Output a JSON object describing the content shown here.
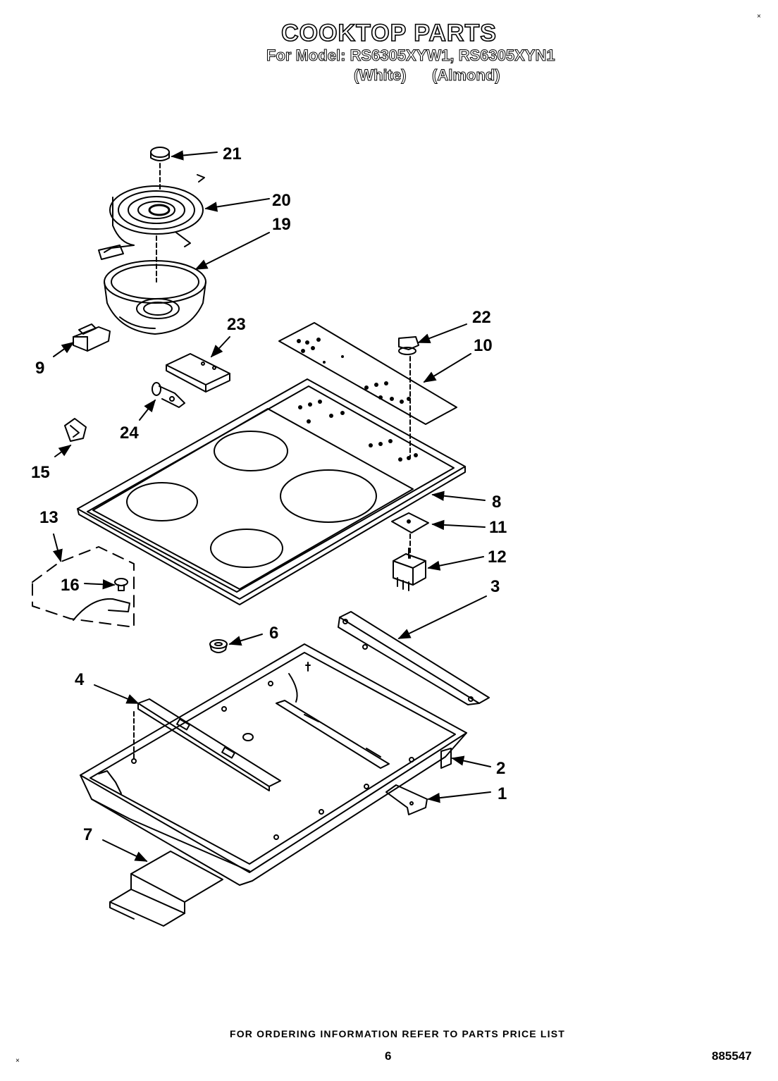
{
  "header": {
    "title": "COOKTOP PARTS",
    "model_line": "For Model: RS6305XYW1, RS6305XYN1",
    "variant_white": "(White)",
    "variant_almond": "(Almond)"
  },
  "callouts": [
    "21",
    "20",
    "19",
    "9",
    "23",
    "22",
    "10",
    "24",
    "15",
    "8",
    "11",
    "13",
    "16",
    "12",
    "3",
    "6",
    "4",
    "2",
    "1",
    "7"
  ],
  "footer": {
    "ordering_note": "FOR ORDERING INFORMATION REFER TO PARTS PRICE LIST",
    "page_number": "6",
    "document_number": "885547"
  }
}
